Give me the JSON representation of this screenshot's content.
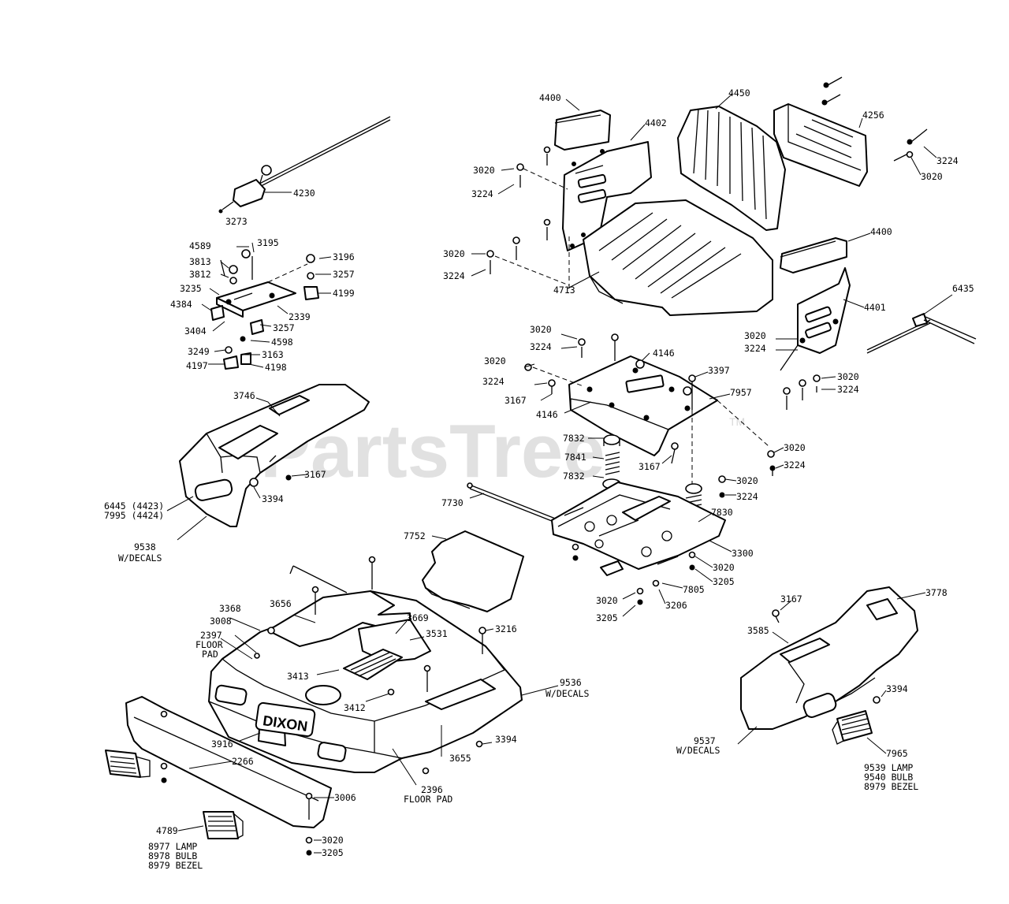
{
  "watermark": {
    "text": "PartsTree",
    "tm": "TM"
  },
  "labels": {
    "l4230": "4230",
    "l3273": "3273",
    "l4589": "4589",
    "l3195": "3195",
    "l3196": "3196",
    "l3813": "3813",
    "l3812": "3812",
    "l3257a": "3257",
    "l3235": "3235",
    "l4199": "4199",
    "l4384": "4384",
    "l2339": "2339",
    "l3404": "3404",
    "l3257b": "3257",
    "l4598": "4598",
    "l3249": "3249",
    "l3163": "3163",
    "l4197": "4197",
    "l4198": "4198",
    "l3746": "3746",
    "l3167a": "3167",
    "l3394a": "3394",
    "l6445": "6445 (4423)",
    "l7995": "7995 (4424)",
    "l9538a": "9538",
    "l9538b": "W/DECALS",
    "l4400a": "4400",
    "l4402": "4402",
    "l3020a": "3020",
    "l3224a": "3224",
    "l3020b": "3020",
    "l3224b": "3224",
    "l4713": "4713",
    "l4450": "4450",
    "l4256": "4256",
    "l3224c": "3224",
    "l3020c": "3020",
    "l4400b": "4400",
    "l4401": "4401",
    "l6435": "6435",
    "l3020d": "3020",
    "l3224d": "3224",
    "l3020e": "3020",
    "l3224e": "3224",
    "l3020f": "3020",
    "l3224f": "3224",
    "l4146a": "4146",
    "l3020g": "3020",
    "l3224g": "3224",
    "l3397": "3397",
    "l3167b": "3167",
    "l4146b": "4146",
    "l7957": "7957",
    "l7832a": "7832",
    "l7841": "7841",
    "l7832b": "7832",
    "l3167c": "3167",
    "l3020h": "3020",
    "l3224h": "3224",
    "l3020i": "3020",
    "l3224i": "3224",
    "l7730": "7730",
    "l7830": "7830",
    "l3300": "3300",
    "l3020j": "3020",
    "l3205a": "3205",
    "l7805": "7805",
    "l3020k": "3020",
    "l3206": "3206",
    "l3205b": "3205",
    "l7752": "7752",
    "l3368": "3368",
    "l3008": "3008",
    "l3656": "3656",
    "l2397a": "2397",
    "l2397b": "FLOOR",
    "l2397c": "PAD",
    "l3669": "3669",
    "l3531": "3531",
    "l3216": "3216",
    "l3413": "3413",
    "l9536a": "9536",
    "l9536b": "W/DECALS",
    "l3412": "3412",
    "l3916": "3916",
    "l2266": "2266",
    "l3394b": "3394",
    "l3655": "3655",
    "l2396a": "2396",
    "l2396b": "FLOOR PAD",
    "l3006": "3006",
    "l4789": "4789",
    "l3020l": "3020",
    "l3205c": "3205",
    "l8977": "8977 LAMP",
    "l8978": "8978 BULB",
    "l8979a": "8979 BEZEL",
    "l3167d": "3167",
    "l3778": "3778",
    "l3585": "3585",
    "l3394c": "3394",
    "l9537a": "9537",
    "l9537b": "W/DECALS",
    "l7965": "7965",
    "l9539": "9539 LAMP",
    "l9540": "9540 BULB",
    "l8979b": "8979 BEZEL",
    "logo": "DIXON"
  }
}
